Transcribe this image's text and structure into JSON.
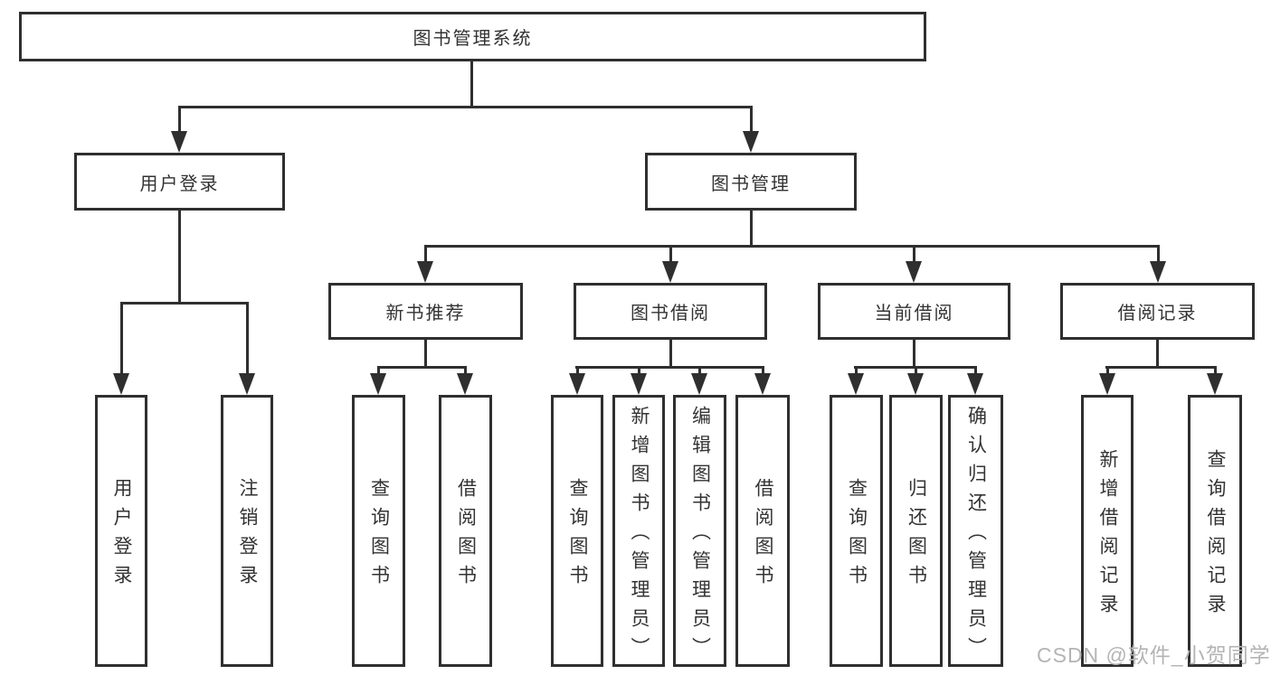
{
  "diagram": {
    "watermark": "CSDN @软件_小贺同学",
    "colors": {
      "line": "#2f2f2f",
      "box_border": "#2f2f2f",
      "box_fill": "#ffffff",
      "text": "#333333",
      "watermark": "#b4b4b4"
    },
    "tree": {
      "label": "图书管理系统",
      "children": [
        {
          "label": "用户登录",
          "children": [
            {
              "label": "用户登录"
            },
            {
              "label": "注销登录"
            }
          ]
        },
        {
          "label": "图书管理",
          "children": [
            {
              "label": "新书推荐",
              "children": [
                {
                  "label": "查询图书"
                },
                {
                  "label": "借阅图书"
                }
              ]
            },
            {
              "label": "图书借阅",
              "children": [
                {
                  "label": "查询图书"
                },
                {
                  "label": "新增图书（管理员）"
                },
                {
                  "label": "编辑图书（管理员）"
                },
                {
                  "label": "借阅图书"
                }
              ]
            },
            {
              "label": "当前借阅",
              "children": [
                {
                  "label": "查询图书"
                },
                {
                  "label": "归还图书"
                },
                {
                  "label": "确认归还（管理员）"
                }
              ]
            },
            {
              "label": "借阅记录",
              "children": [
                {
                  "label": "新增借阅记录"
                },
                {
                  "label": "查询借阅记录"
                }
              ]
            }
          ]
        }
      ]
    }
  }
}
